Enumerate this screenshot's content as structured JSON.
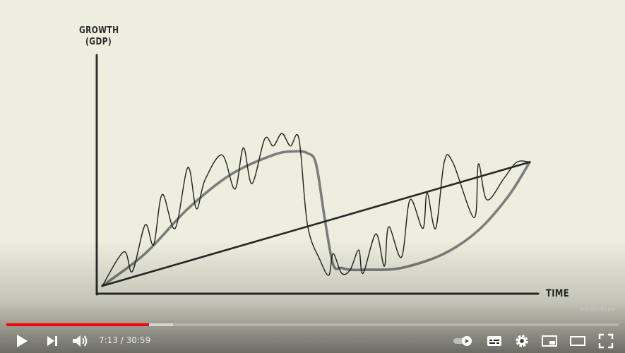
{
  "chart_data": {
    "type": "line",
    "title": "",
    "ylabel_lines": [
      "GROWTH",
      "(GDP)"
    ],
    "xlabel": "TIME",
    "x_range": [
      0,
      100
    ],
    "y_range": [
      0,
      100
    ],
    "grid": false,
    "legend": "none",
    "series": [
      {
        "style": "straight-dark",
        "x": [
          0,
          100
        ],
        "y": [
          2,
          71
        ]
      },
      {
        "style": "smooth-grey",
        "x": [
          0,
          10,
          20,
          30,
          40,
          45,
          48,
          50,
          52,
          54,
          56,
          58,
          62,
          70,
          80,
          88,
          95,
          100
        ],
        "y": [
          2,
          20,
          45,
          64,
          75,
          77,
          76,
          70,
          40,
          14,
          12,
          11,
          11,
          12,
          20,
          33,
          52,
          71
        ]
      },
      {
        "style": "wavy-thin",
        "x": [
          0,
          5,
          7,
          10,
          12,
          14,
          17,
          20,
          22,
          24,
          28,
          31,
          33,
          35,
          38,
          40,
          42,
          44,
          46,
          48,
          51,
          53,
          54,
          56,
          58,
          60,
          61,
          64,
          66,
          67,
          70,
          72,
          75,
          76,
          78,
          80,
          82,
          87,
          88,
          90,
          94,
          97,
          100
        ],
        "y": [
          2,
          21,
          10,
          36,
          25,
          53,
          34,
          68,
          45,
          61,
          75,
          56,
          79,
          59,
          84,
          80,
          87,
          80,
          84,
          36,
          16,
          8,
          20,
          9,
          11,
          22,
          9,
          31,
          13,
          35,
          18,
          50,
          34,
          54,
          34,
          71,
          71,
          40,
          70,
          50,
          62,
          71,
          71
        ]
      }
    ]
  },
  "player": {
    "time_display": "7:13 / 30:59",
    "played_fraction": 0.2327,
    "buffered_fraction": 0.272,
    "watermark": "PRINCIPLES",
    "accent_color": "#ff0000",
    "icons": [
      "play-icon",
      "next-icon",
      "volume-icon",
      "autoplay-toggle-icon",
      "subtitles-icon",
      "settings-icon",
      "miniplayer-icon",
      "theater-mode-icon",
      "fullscreen-icon"
    ]
  }
}
